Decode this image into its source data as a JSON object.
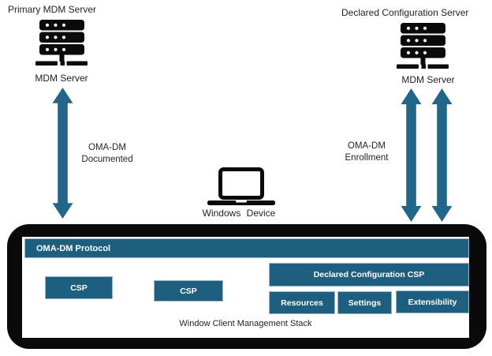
{
  "colors": {
    "teal_box": "#1E5E7E",
    "teal_arrow": "#226689",
    "box_border_light": "#96B7C8",
    "ink_black": "#0A0A0A",
    "label_text": "#1F1F1F"
  },
  "left_server": {
    "title": "Primary MDM Server",
    "caption": "MDM Server"
  },
  "right_server": {
    "title": "Declared Configuration Server",
    "caption": "MDM Server"
  },
  "arrow_labels": {
    "documented": {
      "line1": "OMA-DM",
      "line2": "Documented"
    },
    "enrollment": {
      "line1": "OMA-DM",
      "line2": "Enrollment"
    }
  },
  "device": {
    "caption": "Windows Device"
  },
  "stack_box": {
    "header": "OMA-DM Protocol",
    "csp_left": "CSP",
    "csp_middle": "CSP",
    "declared_csp": "Declared Configuration CSP",
    "sub_boxes": [
      "Resources",
      "Settings",
      "Extensibility"
    ],
    "caption": "Window Client Management Stack"
  },
  "icons": {
    "server": "server-icon",
    "laptop": "laptop-icon",
    "double_arrow": "double-arrow-icon"
  }
}
